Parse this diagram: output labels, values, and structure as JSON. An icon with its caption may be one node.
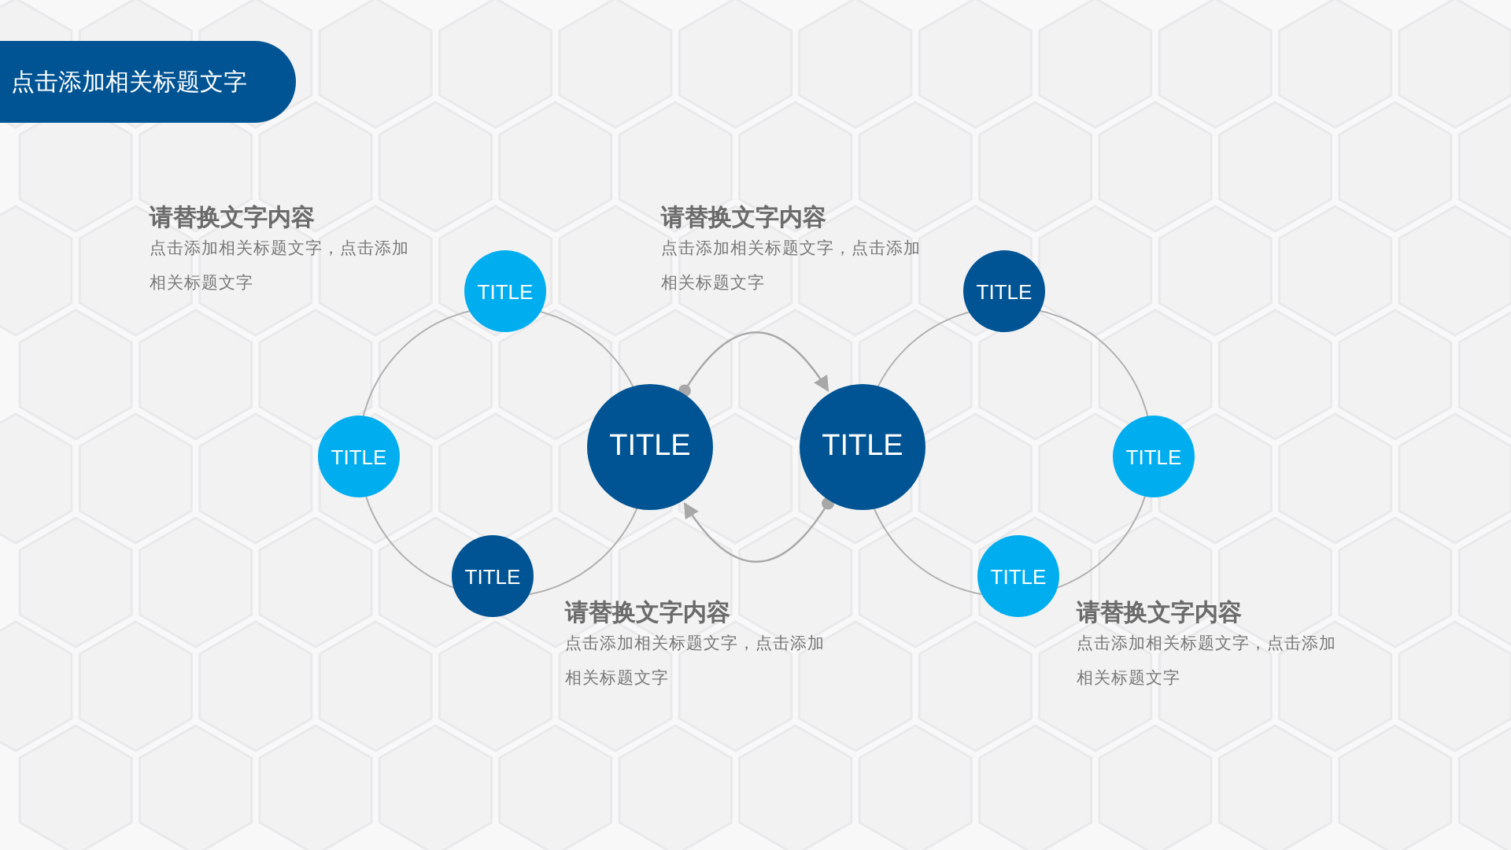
{
  "diagram": {
    "title": "点击添加相关标题文字",
    "nodes": [
      {
        "text": [
          "TITLE"
        ]
      },
      {
        "text": [
          "TITLE"
        ]
      },
      {
        "text": [
          "TITLE"
        ]
      },
      {
        "text": [
          "TITLE"
        ]
      },
      {
        "text": [
          "TITLE"
        ]
      },
      {
        "text": [
          "TITLE"
        ]
      },
      {
        "text": [
          "TITLE"
        ]
      },
      {
        "text": [
          "TITLE"
        ]
      }
    ],
    "edges": [
      {
        "from": 3,
        "to": 4,
        "arrow": "to"
      },
      {
        "from": 4,
        "to": 3,
        "arrow": "to"
      }
    ],
    "labels": [
      "请替换文字内容",
      "点击添加相关标题文字，点击添加相关标题文字",
      "请替换文字内容",
      "点击添加相关标题文字，点击添加相关标题文字",
      "请替换文字内容",
      "点击添加相关标题文字，点击添加相关标题文字",
      "请替换文字内容",
      "点击添加相关标题文字，点击添加相关标题文字"
    ]
  }
}
